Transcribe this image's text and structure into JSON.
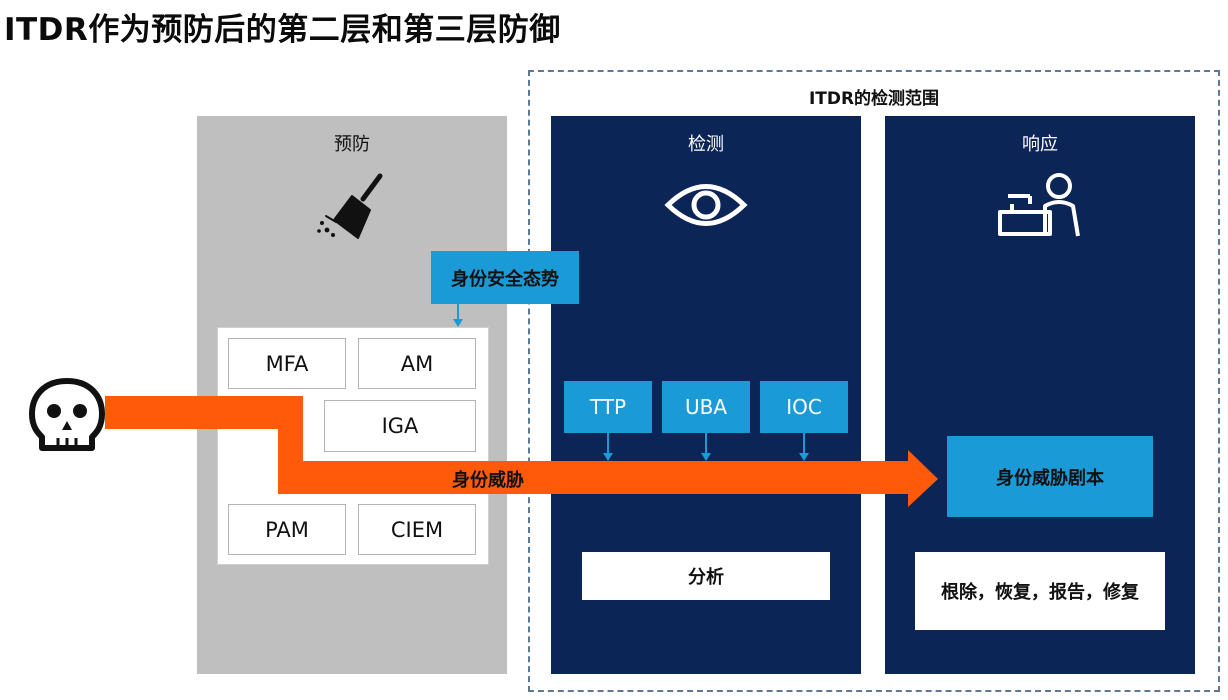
{
  "title": "ITDR作为预防后的第二层和第三层防御",
  "scope_label": "ITDR的检测范围",
  "columns": {
    "prevent": {
      "title": "预防",
      "icon": "broom-icon"
    },
    "detect": {
      "title": "检测",
      "icon": "eye-icon"
    },
    "respond": {
      "title": "响应",
      "icon": "responder-desk-icon"
    }
  },
  "posture_label": "身份安全态势",
  "controls": [
    "MFA",
    "AM",
    "IGA",
    "PAM",
    "CIEM"
  ],
  "detection_tags": [
    "TTP",
    "UBA",
    "IOC"
  ],
  "threat_label": "身份威胁",
  "threat_icon": "skull-icon",
  "playbook_label": "身份威胁剧本",
  "analysis_label": "分析",
  "response_actions": "根除，恢复，报告，修复",
  "colors": {
    "navy": "#0c2557",
    "prevent_gray": "#bfbfbf",
    "accent_blue": "#1a9ad6",
    "threat_orange": "#ff5a0a",
    "scope_dash": "#5b7a99"
  }
}
